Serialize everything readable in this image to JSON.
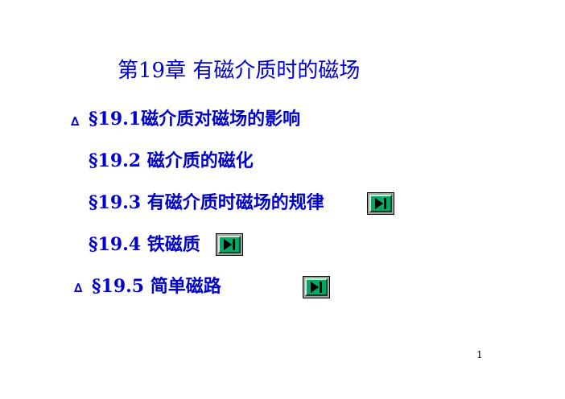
{
  "slide": {
    "title": "第19章  有磁介质时的磁场",
    "bullet_symbol": "∆",
    "items": [
      {
        "label": "§19.1磁介质对磁场的影响"
      },
      {
        "label": "§19.2 磁介质的磁化"
      },
      {
        "label": "§19.3 有磁介质时磁场的规律"
      },
      {
        "label": "§19.4 铁磁质"
      },
      {
        "label": "§19.5 简单磁路"
      }
    ],
    "page_number": "1"
  },
  "colors": {
    "text": "#0000cc",
    "button_face": "#00a86a"
  },
  "icons": {
    "nav": "skip-forward-icon"
  }
}
